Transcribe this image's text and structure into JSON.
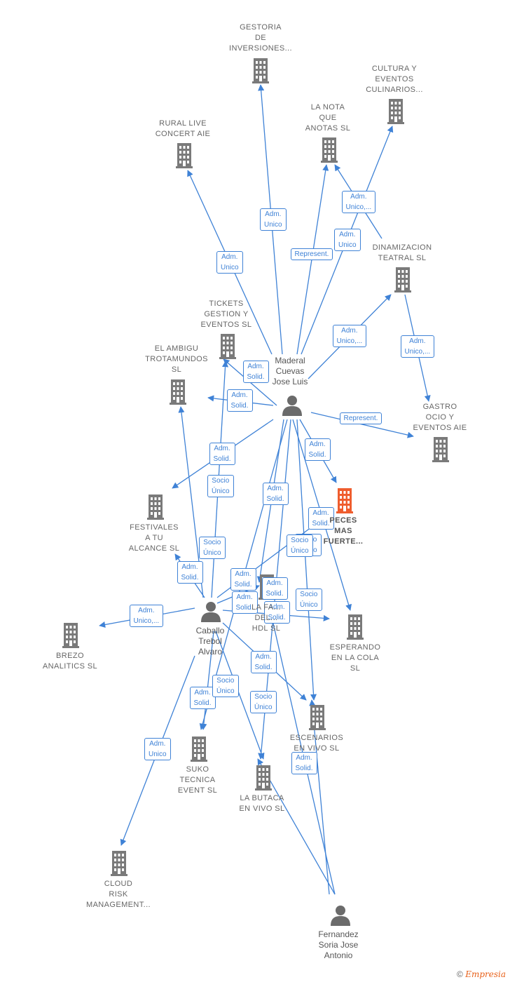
{
  "colors": {
    "edge": "#3f82d6",
    "building": "#7a7a7a",
    "focus": "#ef5d2e",
    "person": "#6b6b6b"
  },
  "companies": [
    {
      "id": "gestoria",
      "label": "GESTORIA\nDE\nINVERSIONES..."
    },
    {
      "id": "cultura",
      "label": "CULTURA Y\nEVENTOS\nCULINARIOS..."
    },
    {
      "id": "lanota",
      "label": "LA NOTA\nQUE\nANOTAS  SL"
    },
    {
      "id": "rural",
      "label": "RURAL LIVE\nCONCERT AIE"
    },
    {
      "id": "dinamizacion",
      "label": "DINAMIZACION\nTEATRAL  SL"
    },
    {
      "id": "tickets",
      "label": "TICKETS\nGESTION Y\nEVENTOS  SL"
    },
    {
      "id": "ambigu",
      "label": "EL AMBIGU\nTROTAMUNDOS\nSL"
    },
    {
      "id": "gastro",
      "label": "GASTRO\nOCIO Y\nEVENTOS AIE"
    },
    {
      "id": "peces",
      "label": "PECES\nMAS\nFUERTE...",
      "focus": true
    },
    {
      "id": "festivales",
      "label": "FESTIVALES\nA TU\nALCANCE  SL"
    },
    {
      "id": "lafabrica",
      "label": "LA FA...\nDEL...\nHDL  SL"
    },
    {
      "id": "esperando",
      "label": "ESPERANDO\nEN LA COLA\nSL"
    },
    {
      "id": "brezo",
      "label": "BREZO\nANALITICS  SL"
    },
    {
      "id": "escenarios",
      "label": "ESCENARIOS\nEN VIVO  SL"
    },
    {
      "id": "suko",
      "label": "SUKO\nTECNICA\nEVENT  SL"
    },
    {
      "id": "butaca",
      "label": "LA BUTACA\nEN VIVO  SL"
    },
    {
      "id": "cloud",
      "label": "CLOUD\nRISK\nMANAGEMENT..."
    }
  ],
  "persons": [
    {
      "id": "maderal",
      "label": "Maderal\nCuevas\nJose Luis"
    },
    {
      "id": "caballo",
      "label": "Caballo\nTrebol\nAlvaro"
    },
    {
      "id": "fernandez",
      "label": "Fernandez\nSoria Jose\nAntonio"
    }
  ],
  "edges": [
    {
      "from": "maderal",
      "to": "gestoria",
      "label": "Adm.\nUnico"
    },
    {
      "from": "maderal",
      "to": "rural",
      "label": "Adm.\nUnico"
    },
    {
      "from": "maderal",
      "to": "lanota",
      "label": "Represent."
    },
    {
      "from": "maderal",
      "to": "cultura",
      "label": "Adm.\nUnico"
    },
    {
      "from": "dinamizacion",
      "to": "lanota",
      "label": "Adm.\nUnico,..."
    },
    {
      "from": "maderal",
      "to": "dinamizacion",
      "label": "Adm.\nUnico,..."
    },
    {
      "from": "dinamizacion",
      "to": "gastro",
      "label": "Adm.\nUnico,..."
    },
    {
      "from": "maderal",
      "to": "gastro",
      "label": "Represent."
    },
    {
      "from": "maderal",
      "to": "tickets",
      "label": "Adm.\nSolid."
    },
    {
      "from": "maderal",
      "to": "ambigu",
      "label": "Adm.\nSolid."
    },
    {
      "from": "maderal",
      "to": "peces",
      "label": "Adm.\nSolid."
    },
    {
      "from": "maderal",
      "to": "festivales",
      "label": "Adm.\nSolid."
    },
    {
      "from": "maderal",
      "to": "lafabrica",
      "label": "Adm.\nSolid."
    },
    {
      "from": "maderal",
      "to": "esperando",
      "label": "Socio\nÚnico"
    },
    {
      "from": "maderal",
      "to": "escenarios",
      "label": "Adm.\nSolid."
    },
    {
      "from": "maderal",
      "to": "butaca",
      "label": "Socio\nÚnico"
    },
    {
      "from": "maderal",
      "to": "suko",
      "label": "Adm.\nSolid."
    },
    {
      "from": "caballo",
      "to": "brezo",
      "label": "Adm.\nUnico,..."
    },
    {
      "from": "caballo",
      "to": "cloud",
      "label": "Adm.\nUnico"
    },
    {
      "from": "caballo",
      "to": "festivales",
      "label": "Adm.\nSolid."
    },
    {
      "from": "caballo",
      "to": "ambigu",
      "label": "Socio\nÚnico"
    },
    {
      "from": "caballo",
      "to": "tickets",
      "label": "Socio\nÚnico"
    },
    {
      "from": "caballo",
      "to": "peces",
      "label": "Adm.\nSolid."
    },
    {
      "from": "caballo",
      "to": "lafabrica",
      "label": "Socio\nÚnico"
    },
    {
      "from": "caballo",
      "to": "esperando",
      "label": "Adm.\nSolid."
    },
    {
      "from": "caballo",
      "to": "escenarios",
      "label": "Adm.\nSolid."
    },
    {
      "from": "caballo",
      "to": "suko",
      "label": "Adm.\nSolid."
    },
    {
      "from": "caballo",
      "to": "butaca",
      "label": "Socio\nÚnico"
    },
    {
      "from": "fernandez",
      "to": "lafabrica",
      "label": "Adm.\nSolid."
    },
    {
      "from": "fernandez",
      "to": "escenarios",
      "label": "Socio\nÚnico"
    },
    {
      "from": "fernandez",
      "to": "butaca",
      "label": "Adm.\nSolid."
    }
  ],
  "footer": {
    "copyright": "©",
    "brand": "Empresia"
  }
}
